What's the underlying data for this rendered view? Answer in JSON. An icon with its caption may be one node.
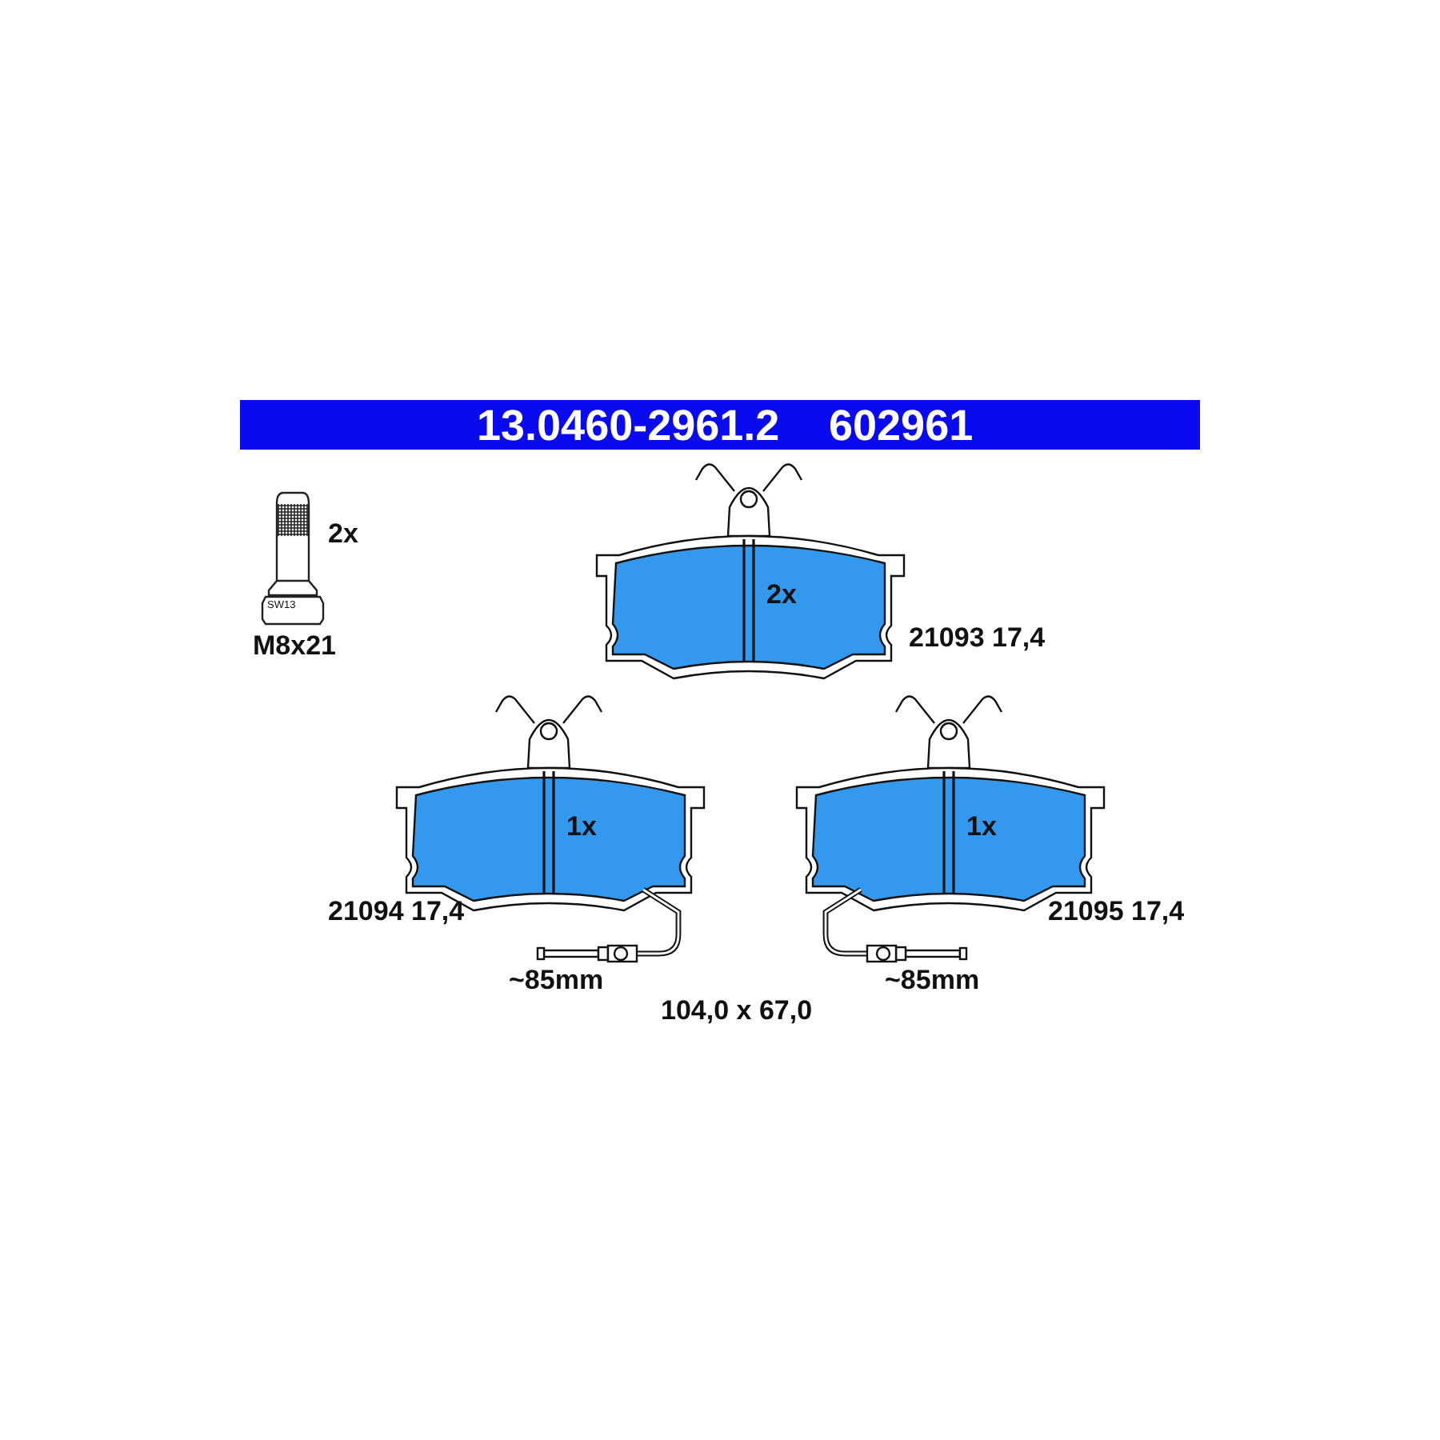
{
  "diagram": {
    "nodes": [
      {
        "text": [
          "13.0460-2961.2",
          "602961"
        ]
      },
      {
        "text": [
          "2x"
        ],
        "beside": [
          "21093 17,4"
        ]
      },
      {
        "text": [
          "1x"
        ],
        "beside": [
          "21094 17,4"
        ]
      },
      {
        "text": [
          "1x"
        ],
        "beside": [
          "21095 17,4"
        ]
      }
    ],
    "labels": [
      "2x",
      "SW13",
      "M8x21",
      "~85mm",
      "~85mm",
      "104,0 x 67,0"
    ]
  }
}
